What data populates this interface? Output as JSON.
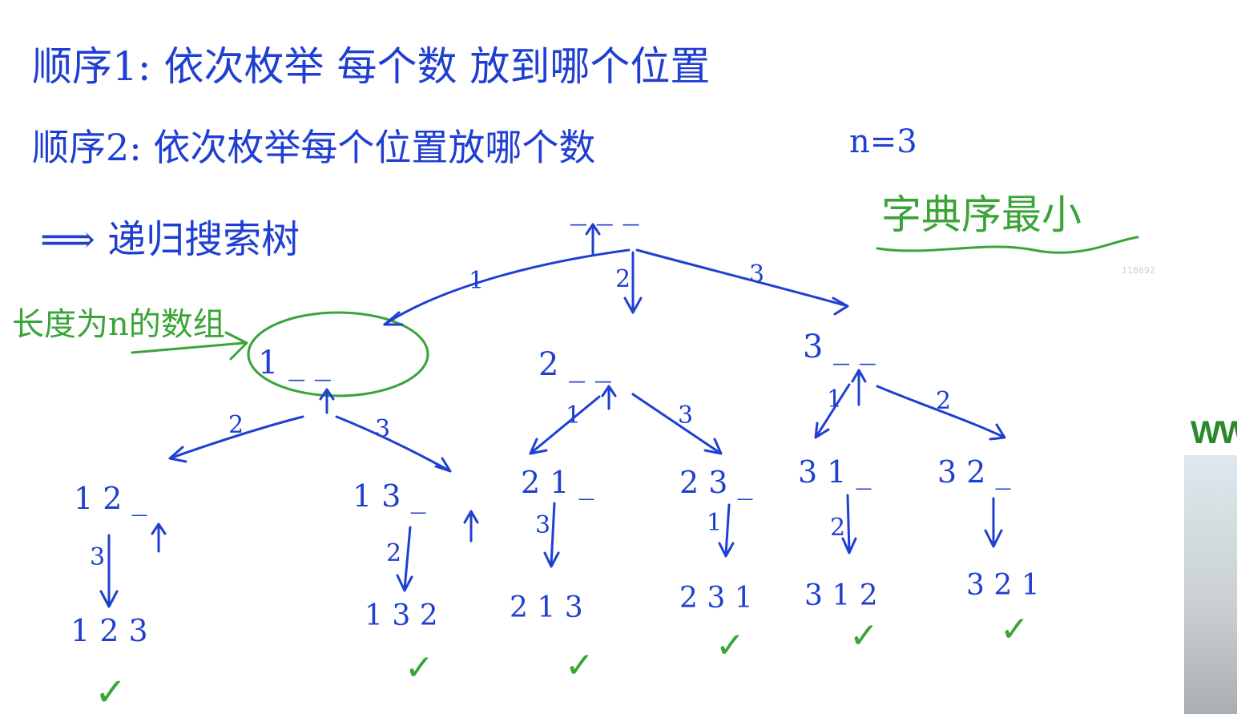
{
  "notes": {
    "line1": "顺序1: 依次枚举 每个数 放到哪个位置",
    "line2": "顺序2: 依次枚举每个位置放哪个数",
    "n_label": "n=3",
    "tree_label": "⟹ 递归搜索树",
    "lex_label": "字典序最小",
    "array_label": "长度为n的数组",
    "watermark": "118692"
  },
  "tree": {
    "root": "_ _ _",
    "edges_root": [
      "1",
      "2",
      "3"
    ],
    "level1": [
      "1 _ _",
      "2 _ _",
      "3 _ _"
    ],
    "edges_level1": [
      "2",
      "3",
      "1",
      "3",
      "1",
      "2"
    ],
    "level2": [
      "1 2 _",
      "1 3 _",
      "2 1 _",
      "2 3 _",
      "3 1 _",
      "3 2 _"
    ],
    "edges_level2": [
      "3",
      "2",
      "3",
      "1",
      "2",
      ""
    ],
    "leaves": [
      "1 2 3",
      "1 3 2",
      "2 1 3",
      "2 3 1",
      "3 1 2",
      "3 2 1"
    ],
    "check": "✓"
  },
  "corner": {
    "text": "WW"
  },
  "colors": {
    "ink_blue": "#1f3fd1",
    "ink_green": "#3aa437"
  }
}
